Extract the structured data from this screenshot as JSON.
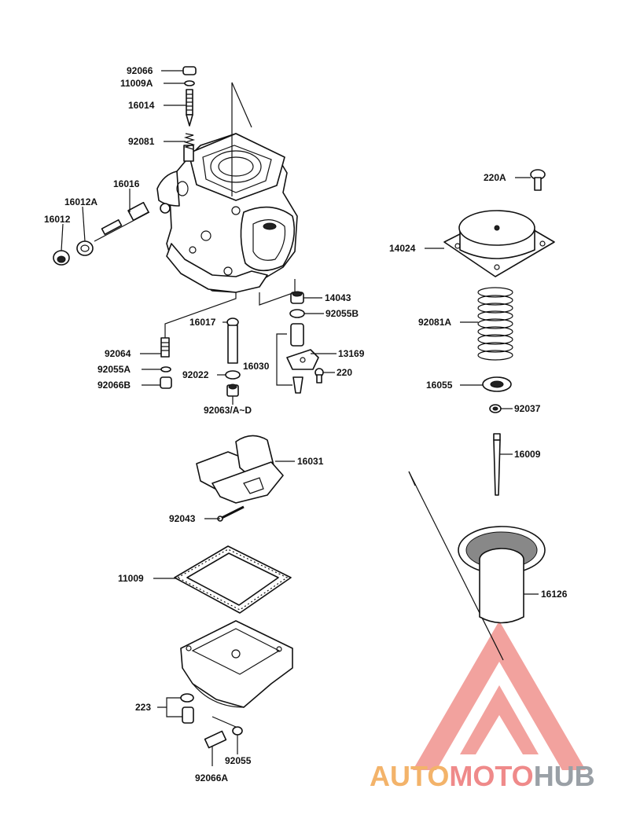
{
  "parts": [
    {
      "id": "p_92066",
      "label": "92066"
    },
    {
      "id": "p_11009A",
      "label": "11009A"
    },
    {
      "id": "p_16014",
      "label": "16014"
    },
    {
      "id": "p_92081",
      "label": "92081"
    },
    {
      "id": "p_16016",
      "label": "16016"
    },
    {
      "id": "p_16012A",
      "label": "16012A"
    },
    {
      "id": "p_16012",
      "label": "16012"
    },
    {
      "id": "p_14043",
      "label": "14043"
    },
    {
      "id": "p_92055B",
      "label": "92055B"
    },
    {
      "id": "p_16017",
      "label": "16017"
    },
    {
      "id": "p_92064",
      "label": "92064"
    },
    {
      "id": "p_13169",
      "label": "13169"
    },
    {
      "id": "p_16030",
      "label": "16030"
    },
    {
      "id": "p_220",
      "label": "220"
    },
    {
      "id": "p_92055A",
      "label": "92055A"
    },
    {
      "id": "p_92022",
      "label": "92022"
    },
    {
      "id": "p_92066B",
      "label": "92066B"
    },
    {
      "id": "p_92063",
      "label": "92063/A~D"
    },
    {
      "id": "p_220A",
      "label": "220A"
    },
    {
      "id": "p_14024",
      "label": "14024"
    },
    {
      "id": "p_92081A",
      "label": "92081A"
    },
    {
      "id": "p_16055",
      "label": "16055"
    },
    {
      "id": "p_92037",
      "label": "92037"
    },
    {
      "id": "p_16009",
      "label": "16009"
    },
    {
      "id": "p_16031",
      "label": "16031"
    },
    {
      "id": "p_92043",
      "label": "92043"
    },
    {
      "id": "p_11009",
      "label": "11009"
    },
    {
      "id": "p_16126",
      "label": "16126"
    },
    {
      "id": "p_223",
      "label": "223"
    },
    {
      "id": "p_92055",
      "label": "92055"
    },
    {
      "id": "p_92066A",
      "label": "92066A"
    }
  ],
  "watermark": {
    "part1": "AUTO",
    "part2": "MOTO",
    "part3": "HUB",
    "colors": {
      "auto": "#f3b36a",
      "moto": "#ef8a8a",
      "hub": "#9aa0a6",
      "triangle": "#e9574f"
    }
  }
}
